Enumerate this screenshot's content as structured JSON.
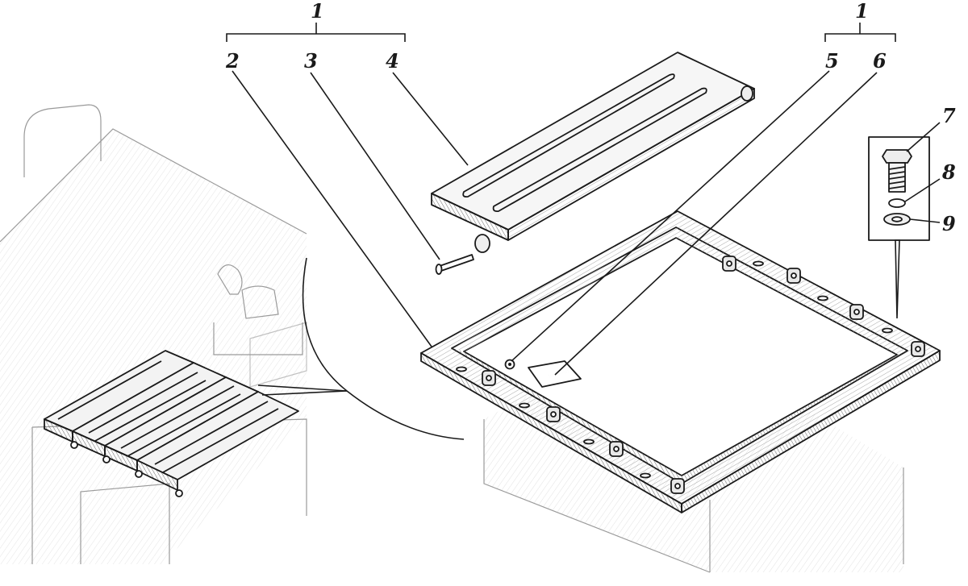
{
  "colors": {
    "ink": "#1a1a1a",
    "faint": "#9a9a9a",
    "hatch": "#c8c8c8",
    "panel": "#f4f4f4",
    "frame": "#e2e2e2"
  },
  "callouts": {
    "group_left": "1",
    "group_right": "1",
    "n2": "2",
    "n3": "3",
    "n4": "4",
    "n5": "5",
    "n6": "6",
    "n7": "7",
    "n8": "8",
    "n9": "9"
  }
}
